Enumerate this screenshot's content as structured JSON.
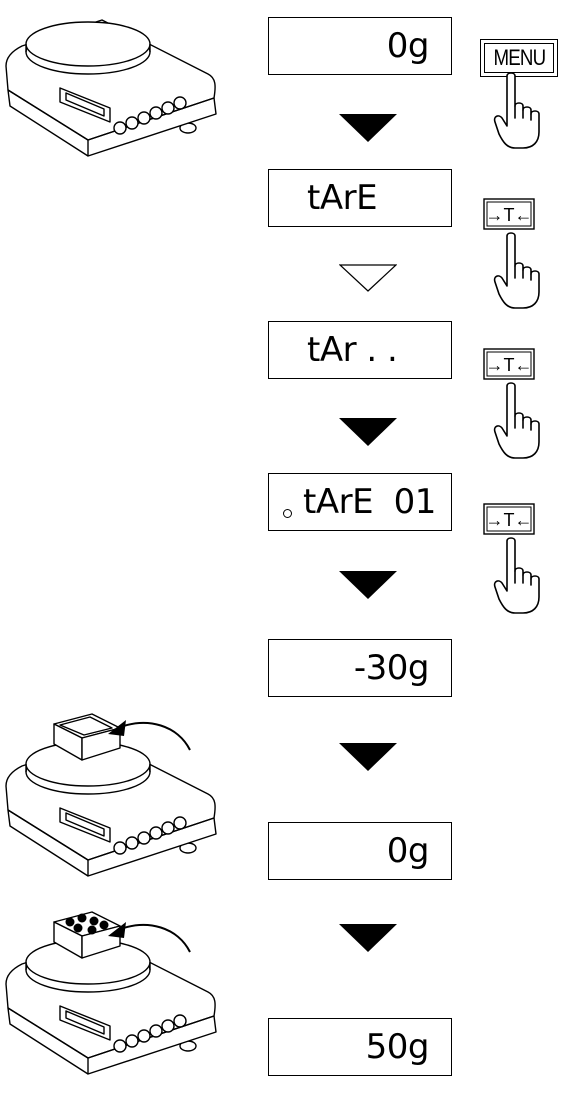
{
  "displays": [
    {
      "id": "step1",
      "text": "0g"
    },
    {
      "id": "step2",
      "text": "tArE"
    },
    {
      "id": "step3",
      "text": "tAr . ."
    },
    {
      "id": "step4",
      "text": "tArE  01"
    },
    {
      "id": "step5",
      "text": "-30g"
    },
    {
      "id": "step6",
      "text": "0g"
    },
    {
      "id": "step7",
      "text": "50g"
    }
  ],
  "keys": {
    "menu": "MENU",
    "tare_symbol": "→T←"
  },
  "icons": [
    "scale-icon",
    "pointing-hand-icon",
    "tare-key-icon",
    "menu-key-icon",
    "down-arrow-icon",
    "curved-arrow-icon",
    "container-icon"
  ]
}
